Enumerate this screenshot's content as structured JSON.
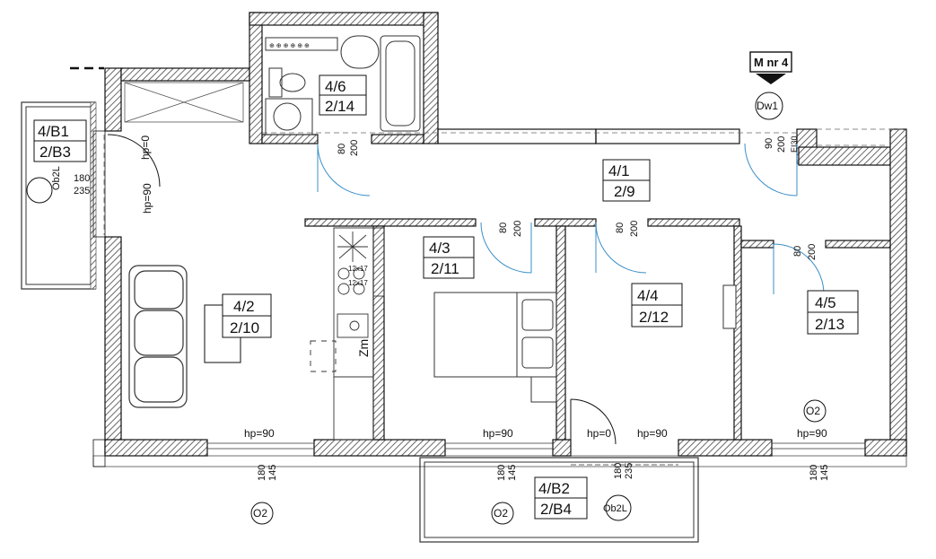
{
  "colors": {
    "wall_fill": "#8c8c8c",
    "line": "#111111",
    "door_arc": "#3a8fc8",
    "background": "#ffffff"
  },
  "marker": {
    "label": "M nr 4"
  },
  "rooms": [
    {
      "id": "4/1",
      "code": "2/9"
    },
    {
      "id": "4/2",
      "code": "2/10"
    },
    {
      "id": "4/3",
      "code": "2/11"
    },
    {
      "id": "4/4",
      "code": "2/12"
    },
    {
      "id": "4/5",
      "code": "2/13"
    },
    {
      "id": "4/6",
      "code": "2/14"
    },
    {
      "id": "4/B1",
      "code": "2/B3"
    },
    {
      "id": "4/B2",
      "code": "2/B4"
    }
  ],
  "door_dims": {
    "width": "80",
    "height": "200",
    "entry_width": "90",
    "ei": "EI30"
  },
  "window_dims": {
    "height": "180",
    "sill": "145",
    "balcony_sill": "235"
  },
  "hp_labels": {
    "hp0": "hp=0",
    "hp90": "hp=90"
  },
  "tags": {
    "dw1": "Dw1",
    "o2": "O2",
    "ob2l": "Ob2L",
    "zm": "Zm"
  },
  "kitchen": {
    "hob_size": "12x17"
  },
  "bathroom": {
    "panel": "⊕ ⊕ ⊕ ⊕ ⊕ ⊕"
  }
}
